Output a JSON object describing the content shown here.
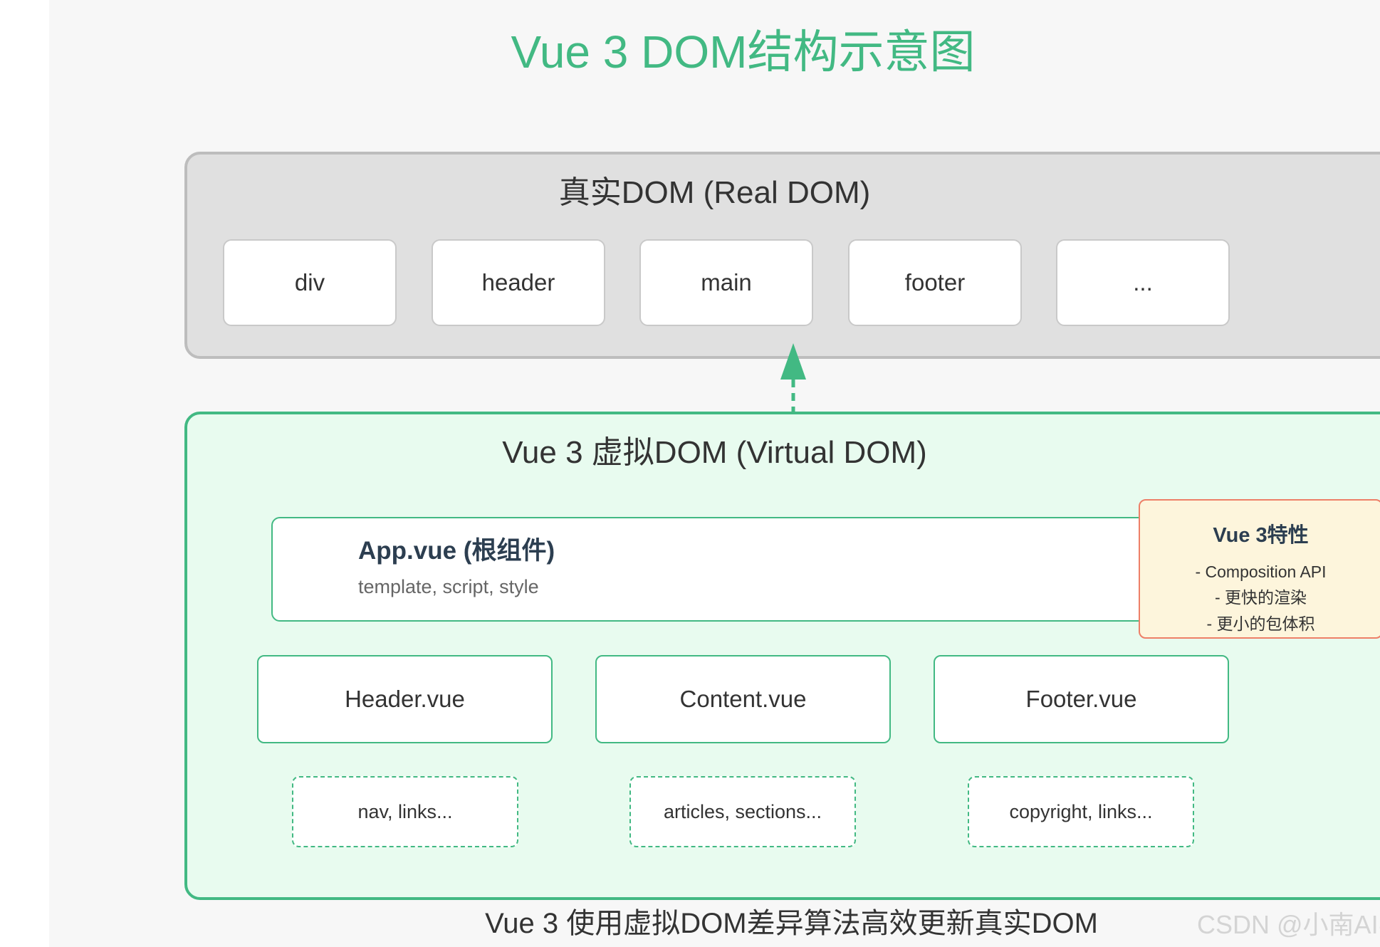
{
  "title": "Vue 3 DOM结构示意图",
  "real_dom": {
    "title": "真实DOM (Real DOM)",
    "nodes": [
      "div",
      "header",
      "main",
      "footer",
      "..."
    ]
  },
  "virtual_dom": {
    "title": "Vue 3 虚拟DOM (Virtual DOM)",
    "app": {
      "title": "App.vue (根组件)",
      "subtitle": "template, script, style"
    },
    "features": {
      "title": "Vue 3特性",
      "items": [
        "- Composition API",
        "- 更快的渲染",
        "- 更小的包体积"
      ]
    },
    "components": [
      "Header.vue",
      "Content.vue",
      "Footer.vue"
    ],
    "children": [
      "nav, links...",
      "articles, sections...",
      "copyright, links..."
    ]
  },
  "caption": "Vue 3 使用虚拟DOM差异算法高效更新真实DOM",
  "watermark": "CSDN @小南AI学院",
  "colors": {
    "accent": "#42b983",
    "real_panel_bg": "#e0e0e0",
    "virtual_panel_bg": "#e8fbef",
    "feature_border": "#ee7f67",
    "feature_bg": "#fdf5dc"
  }
}
